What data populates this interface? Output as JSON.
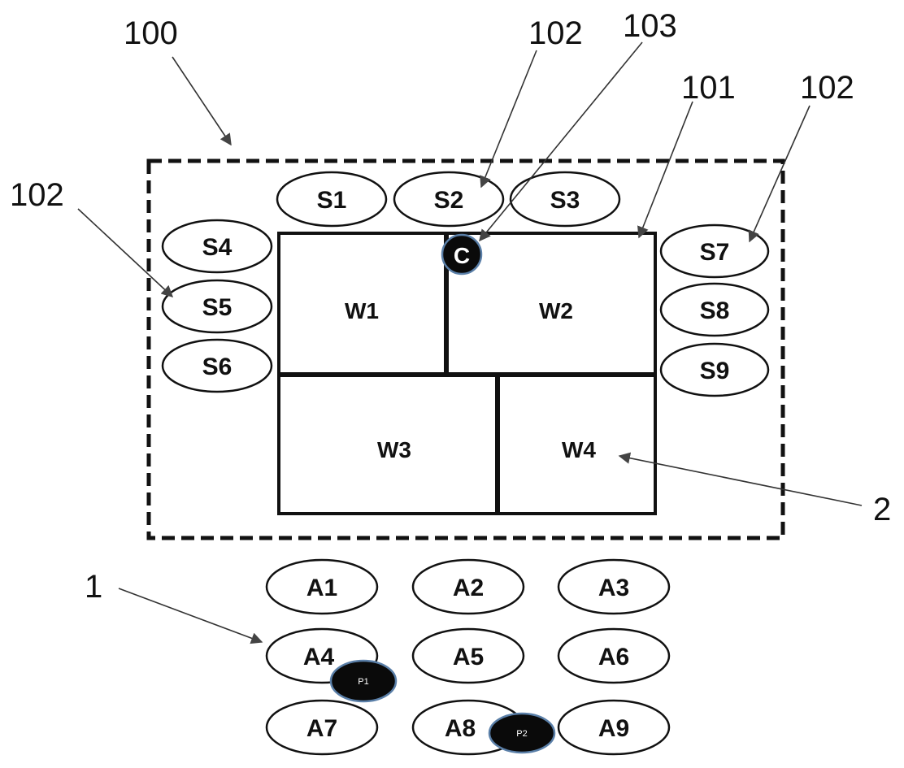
{
  "reference_numerals": {
    "system": "100",
    "secondary_top": "102",
    "cursor_ref": "103",
    "display_ref": "101",
    "secondary_right": "102",
    "secondary_left": "102",
    "window_ref": "2",
    "input_ref": "1"
  },
  "secondary_ovals": [
    "S1",
    "S2",
    "S3",
    "S4",
    "S5",
    "S6",
    "S7",
    "S8",
    "S9"
  ],
  "windows": [
    "W1",
    "W2",
    "W3",
    "W4"
  ],
  "cursor_marker": "C",
  "input_ovals": [
    "A1",
    "A2",
    "A3",
    "A4",
    "A5",
    "A6",
    "A7",
    "A8",
    "A9"
  ],
  "pointers": [
    "P1",
    "P2"
  ]
}
